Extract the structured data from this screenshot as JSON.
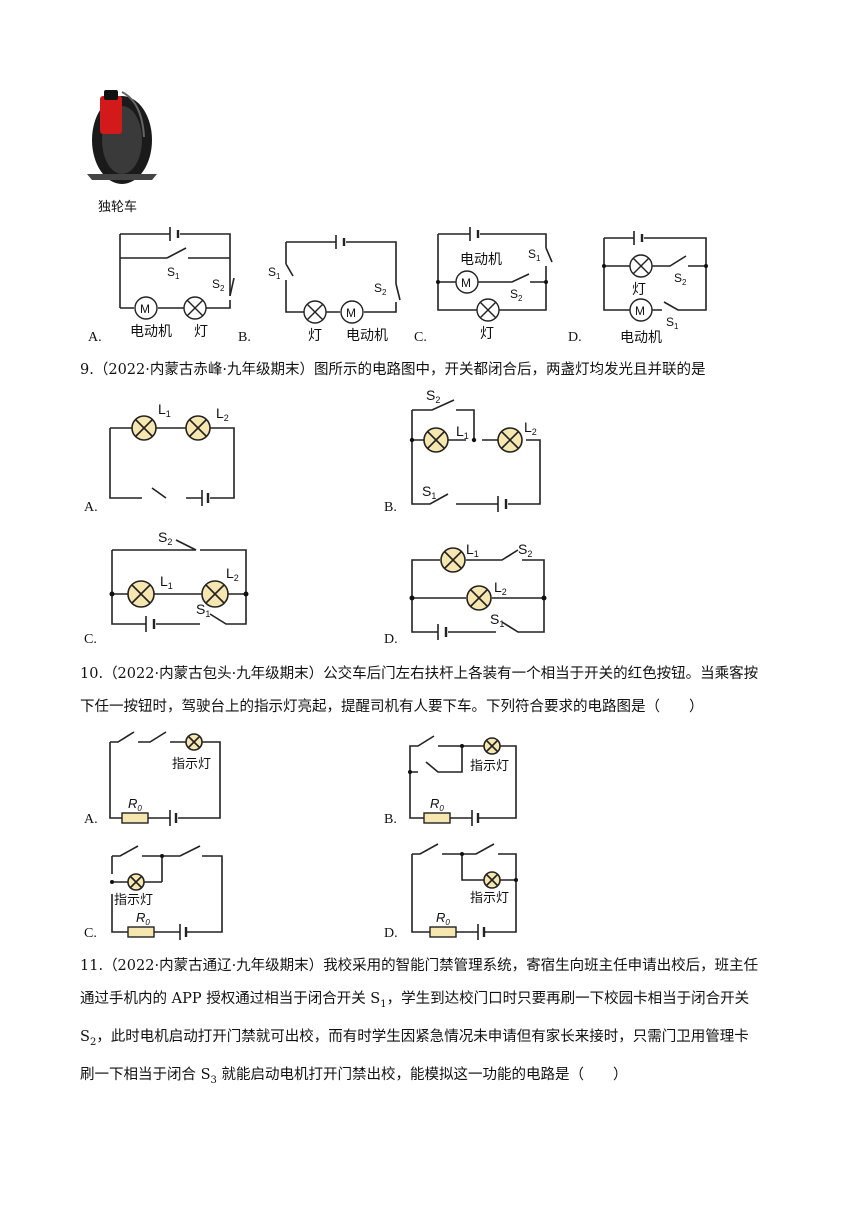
{
  "unicycle": {
    "caption": "独轮车"
  },
  "q8": {
    "options": [
      "A.",
      "B.",
      "C.",
      "D."
    ],
    "labels": {
      "motor": "电动机",
      "lamp": "灯",
      "s1": "S",
      "s2": "S",
      "m": "M"
    }
  },
  "q9": {
    "number": "9.",
    "source": "（2022·内蒙古赤峰·九年级期末）",
    "stem": "图所示的电路图中，开关都闭合后，两盏灯均发光且并联的是",
    "options": [
      "A.",
      "B.",
      "C.",
      "D."
    ],
    "labels": {
      "L": "L",
      "S": "S",
      "sub1": "1",
      "sub2": "2"
    }
  },
  "q10": {
    "number": "10.",
    "source": "（2022·内蒙古包头·九年级期末）",
    "stem_line1": "公交车后门左右扶杆上各装有一个相当于开关的红色按钮。当乘客按",
    "stem_line2": "下任一按钮时，驾驶台上的指示灯亮起，提醒司机有人要下车。下列符合要求的电路图是（　　）",
    "options": [
      "A.",
      "B.",
      "C.",
      "D."
    ],
    "labels": {
      "indicator": "指示灯",
      "R": "R",
      "sub0": "0"
    }
  },
  "q11": {
    "number": "11.",
    "source": "（2022·内蒙古通辽·九年级期末）",
    "line1": "我校采用的智能门禁管理系统，寄宿生向班主任申请出校后，班主任",
    "line2a": "通过手机内的 APP 授权通过相当于闭合开关 S",
    "line2sub": "1",
    "line2b": "，学生到达校门口时只要再刷一下校园卡相当于闭合开关",
    "line3a": "S",
    "line3sub": "2",
    "line3b": "，此时电机启动打开门禁就可出校，而有时学生因紧急情况未申请但有家长来接时，只需门卫用管理卡",
    "line4a": "刷一下相当于闭合 S",
    "line4sub": "3",
    "line4b": " 就能启动电机打开门禁出校，能模拟这一功能的电路是（　　）"
  }
}
